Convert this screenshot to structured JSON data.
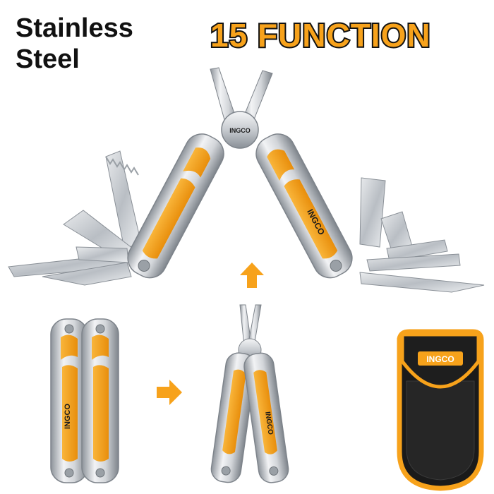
{
  "headline": {
    "line1": "Stainless",
    "line2": "Steel"
  },
  "badge": {
    "text": "15 FUNCTION"
  },
  "brand": {
    "name": "INGCO"
  },
  "colors": {
    "accent": "#F7A21B",
    "steel_light": "#ECEEF0",
    "steel_mid": "#C3C7CC",
    "steel_dark": "#7E848B",
    "text_dark": "#111111",
    "pouch": "#1A1A1A"
  },
  "icons": [
    "arrow-up-icon",
    "arrow-right-icon"
  ]
}
